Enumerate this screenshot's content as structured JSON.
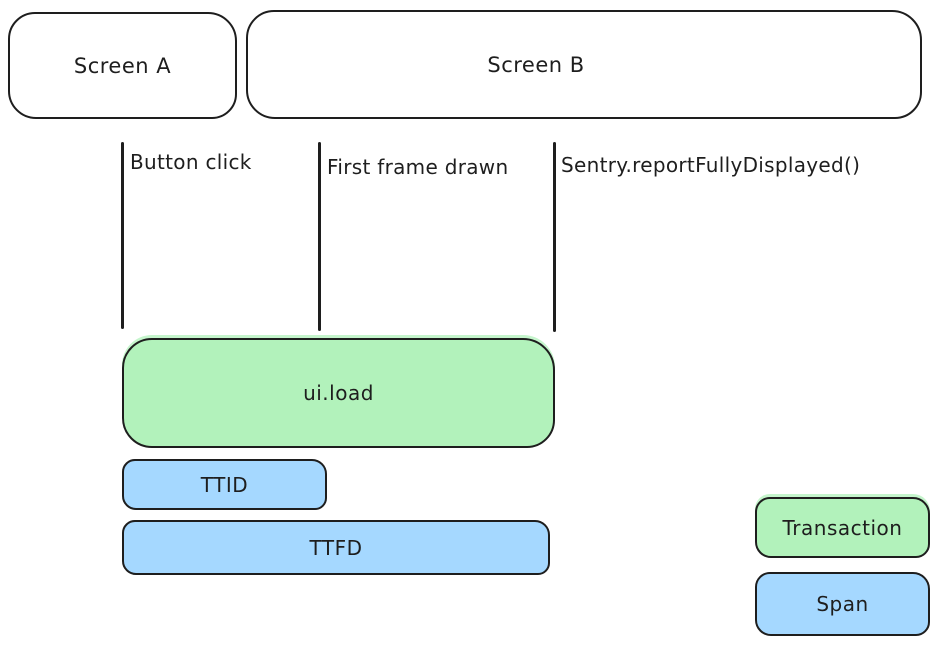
{
  "screens": [
    {
      "label": "Screen A"
    },
    {
      "label": "Screen B"
    }
  ],
  "events": [
    {
      "label": "Button click"
    },
    {
      "label": "First frame drawn"
    },
    {
      "label": "Sentry.reportFullyDisplayed()"
    }
  ],
  "bars": [
    {
      "label": "ui.load",
      "kind": "transaction"
    },
    {
      "label": "TTID",
      "kind": "span"
    },
    {
      "label": "TTFD",
      "kind": "span"
    }
  ],
  "legend": [
    {
      "label": "Transaction",
      "kind": "transaction"
    },
    {
      "label": "Span",
      "kind": "span"
    }
  ],
  "colors": {
    "transaction_fill": "#b2f2bb",
    "span_fill": "#a5d8ff",
    "stroke": "#1e1e1e",
    "canvas_bg": "#ffffff"
  }
}
